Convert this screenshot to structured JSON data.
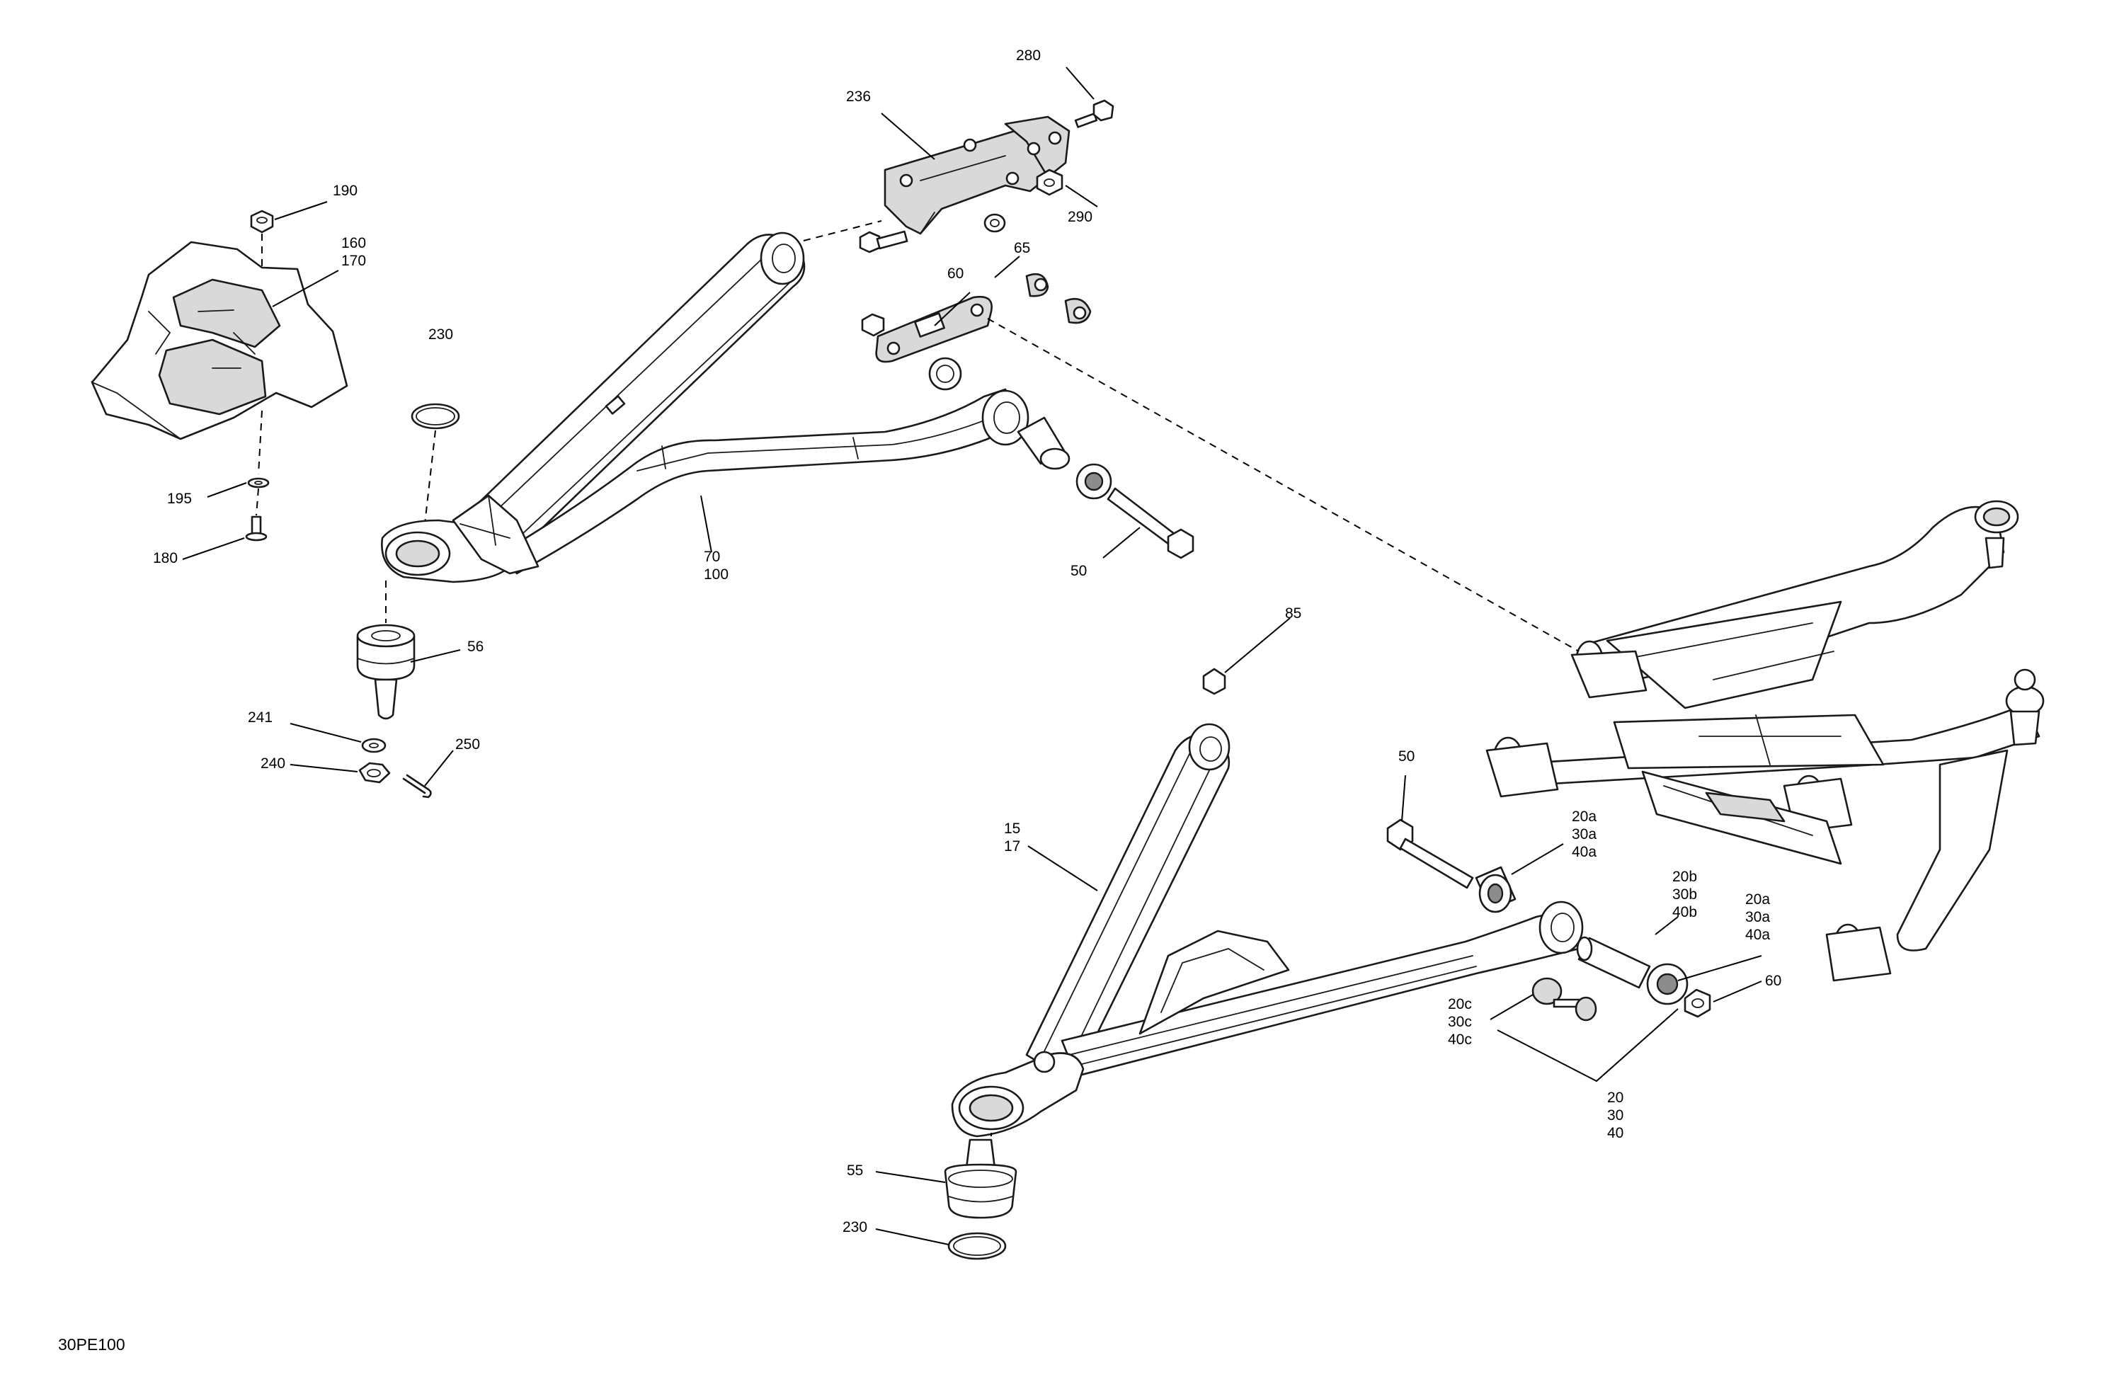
{
  "figure_code": "30PE100",
  "callouts": {
    "c280": "280",
    "c236": "236",
    "c290": "290",
    "c190": "190",
    "c160": "160",
    "c170": "170",
    "c65": "65",
    "c60_top": "60",
    "c230_top": "230",
    "c195": "195",
    "c180": "180",
    "c70": "70",
    "c100": "100",
    "c50_top": "50",
    "c56": "56",
    "c241": "241",
    "c240": "240",
    "c250": "250",
    "c85": "85",
    "c50_bottom": "50",
    "c15": "15",
    "c17": "17",
    "c20a_1": "20a",
    "c30a_1": "30a",
    "c40a_1": "40a",
    "c20b": "20b",
    "c30b": "30b",
    "c40b": "40b",
    "c20a_2": "20a",
    "c30a_2": "30a",
    "c40a_2": "40a",
    "c60_bottom": "60",
    "c20c": "20c",
    "c30c": "30c",
    "c40c": "40c",
    "c20": "20",
    "c30": "30",
    "c40": "40",
    "c55": "55",
    "c230_bottom": "230"
  },
  "icons": {
    "upper_a_arm": "upper-a-arm-icon",
    "lower_a_arm": "lower-a-arm-icon",
    "skid_guard": "skid-guard-icon",
    "ball_joint": "ball-joint-icon",
    "bracket": "bracket-icon",
    "bolt": "bolt-icon",
    "nut": "nut-icon",
    "bushing": "bushing-icon",
    "retaining_ring": "retaining-ring-icon",
    "assembly_overview": "suspension-assembly-icon"
  }
}
